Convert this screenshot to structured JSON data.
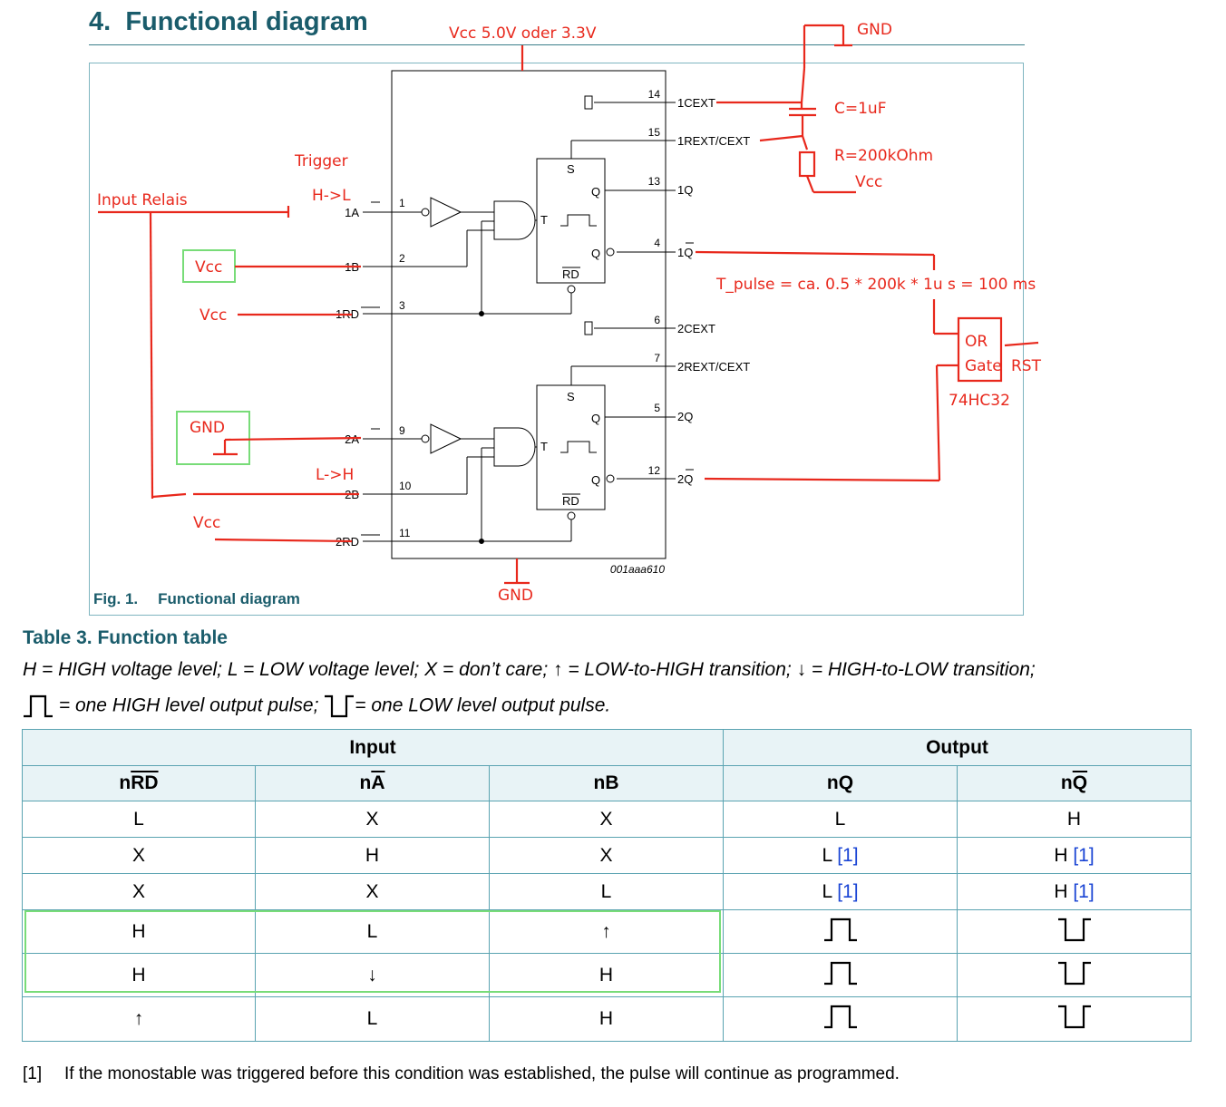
{
  "heading": {
    "number": "4.",
    "title": "Functional diagram"
  },
  "diagram": {
    "chip_labels": {
      "pin_1A": "1A",
      "pin_1B": "1B",
      "pin_1RD": "1RD",
      "pin_2A": "2A",
      "pin_2B": "2B",
      "pin_2RD": "2RD",
      "pin_1CEXT": "1CEXT",
      "pin_1REXTCEXT": "1REXT/CEXT",
      "pin_1Q": "1Q",
      "pin_1Qbar": "1Q",
      "pin_2CEXT": "2CEXT",
      "pin_2REXTCEXT": "2REXT/CEXT",
      "pin_2Q": "2Q",
      "pin_2Qbar": "2Q",
      "pin_nums": {
        "p1": "1",
        "p2": "2",
        "p3": "3",
        "p9": "9",
        "p10": "10",
        "p11": "11",
        "p14": "14",
        "p15": "15",
        "p13": "13",
        "p4": "4",
        "p6": "6",
        "p7": "7",
        "p5": "5",
        "p12": "12"
      },
      "ff_S": "S",
      "ff_Q": "Q",
      "ff_Qbar": "Q",
      "ff_RD": "RD",
      "ff_T": "T",
      "part_code": "001aaa610"
    },
    "annotations": {
      "vcc_top": "Vcc 5.0V oder 3.3V",
      "gnd_top": "GND",
      "capacitor": "C=1uF",
      "resistor": "R=200kOhm",
      "vcc_resistor": "Vcc",
      "trigger": "Trigger",
      "trigger_edge_1": "H->L",
      "input_relais": "Input Relais",
      "vcc_1b": "Vcc",
      "vcc_1rd": "Vcc",
      "gnd_2a": "GND",
      "trigger_edge_2": "L->H",
      "vcc_2rd": "Vcc",
      "gnd_bottom": "GND",
      "pulse_formula": "T_pulse = ca. 0.5 * 200k * 1u s = 100 ms",
      "or_gate_1": "OR",
      "or_gate_2": "Gate",
      "rst": "RST",
      "gate_part": "74HC32"
    },
    "colors": {
      "annotation": "#e8281c",
      "box_green": "#78dc78",
      "frame": "#7fb5c0"
    }
  },
  "figure_caption": {
    "number": "Fig. 1.",
    "title": "Functional diagram"
  },
  "table": {
    "title": "Table 3. Function table",
    "legend_line1": "H = HIGH voltage level; L = LOW voltage level; X = don’t care; ↑ = LOW-to-HIGH transition; ↓ = HIGH-to-LOW transition;",
    "legend_high_pulse": "= one HIGH level output pulse;",
    "legend_low_pulse": "= one LOW level output pulse.",
    "group_headers": {
      "input": "Input",
      "output": "Output"
    },
    "col_headers": {
      "nRD_prefix": "n",
      "nRD_over": "RD",
      "nA_prefix": "n",
      "nA_over": "A",
      "nB": "nB",
      "nQ": "nQ",
      "nQbar_prefix": "n",
      "nQbar_over": "Q"
    },
    "rows": [
      {
        "nRD": "L",
        "nA": "X",
        "nB": "X",
        "nQ": "L",
        "nQ_ref": "",
        "nQbar": "H",
        "nQbar_ref": ""
      },
      {
        "nRD": "X",
        "nA": "H",
        "nB": "X",
        "nQ": "L",
        "nQ_ref": "[1]",
        "nQbar": "H",
        "nQbar_ref": "[1]"
      },
      {
        "nRD": "X",
        "nA": "X",
        "nB": "L",
        "nQ": "L",
        "nQ_ref": "[1]",
        "nQbar": "H",
        "nQbar_ref": "[1]"
      },
      {
        "nRD": "H",
        "nA": "L",
        "nB": "↑",
        "nQ": "pulse-high",
        "nQbar": "pulse-low"
      },
      {
        "nRD": "H",
        "nA": "↓",
        "nB": "H",
        "nQ": "pulse-high",
        "nQbar": "pulse-low"
      },
      {
        "nRD": "↑",
        "nA": "L",
        "nB": "H",
        "nQ": "pulse-high",
        "nQbar": "pulse-low"
      }
    ],
    "icons": {
      "high_pulse": "high-pulse-icon",
      "low_pulse": "low-pulse-icon"
    }
  },
  "footnote": {
    "ref": "[1]",
    "text": "If the monostable was triggered before this condition was established, the pulse will continue as programmed."
  }
}
